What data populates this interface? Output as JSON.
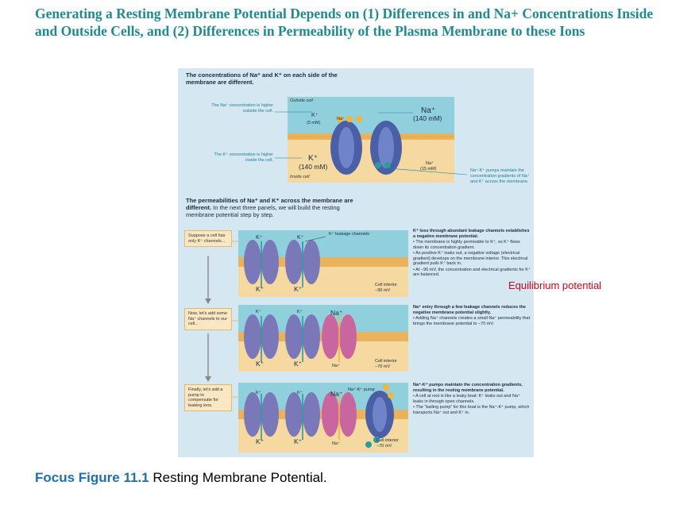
{
  "slide": {
    "title": "Generating a Resting Membrane Potential Depends on (1) Differences in  and Na+ Concentrations Inside and Outside Cells, and (2) Differences in Permeability of the Plasma Membrane to these Ions",
    "equilibrium_label": "Equilibrium potential",
    "caption_figure": "Focus Figure 11.1",
    "caption_text": " Resting Membrane Potential."
  },
  "figure": {
    "section1": {
      "heading": "The concentrations of Na⁺ and K⁺ on each side of the membrane are different.",
      "outside_label": "Outside cell",
      "inside_label": "Inside cell",
      "na_note": "The Na⁺ concentration is higher outside the cell.",
      "k_note": "The K⁺ concentration is higher inside the cell.",
      "k_out": "K⁺",
      "k_out_conc": "(5 mM)",
      "na_out": "Na⁺",
      "na_out_conc": "(140 mM)",
      "k_in": "K⁺",
      "k_in_conc": "(140 mM)",
      "na_in": "Na⁺",
      "na_in_conc": "(15 mM)",
      "pump_note": "Na⁺-K⁺ pumps maintain the concentration gradients of Na⁺ and K⁺ across the membrane.",
      "pump_ion": "Na⁺"
    },
    "section2": {
      "heading_bold": "The permeabilities of Na⁺ and K⁺ across the membrane are different.",
      "heading_rest": " In the next three panels, we will build the resting membrane potential step by step."
    },
    "panels": [
      {
        "step": "Suppose a cell has only K⁺ channels...",
        "channel_label": "K⁺ leakage channels",
        "top_ions": [
          "K⁺",
          "K⁺"
        ],
        "bottom_ions": [
          "K⁺",
          "K⁺"
        ],
        "interior": "Cell interior",
        "voltage": "−90 mV",
        "side_heading": "K⁺ loss through abundant leakage channels establishes a negative membrane potential.",
        "bullets": [
          "The membrane is highly permeable to K⁺, so K⁺ flows down its concentration gradient.",
          "As positive K⁺ leaks out, a negative voltage (electrical gradient) develops on the membrane interior. This electrical gradient pulls K⁺ back in.",
          "At −90 mV, the concentration and electrical gradients for K⁺ are balanced."
        ]
      },
      {
        "step": "Now, let's add some Na⁺ channels to our cell...",
        "top_ions": [
          "K⁺",
          "K⁺",
          "Na⁺"
        ],
        "bottom_ions": [
          "K⁺",
          "K⁺",
          "Na⁺"
        ],
        "interior": "Cell interior",
        "voltage": "−70 mV",
        "side_heading": "Na⁺ entry through a few leakage channels reduces the negative membrane potential slightly.",
        "bullets": [
          "Adding Na⁺ channels creates a small Na⁺ permeability that brings the membrane potential to −70 mV."
        ]
      },
      {
        "step": "Finally, let's add a pump to compensate for leaking ions.",
        "pump_label": "Na⁺-K⁺ pump",
        "top_ions": [
          "K⁺",
          "K⁺",
          "Na⁺"
        ],
        "bottom_ions": [
          "K⁺",
          "K⁺",
          "Na⁺"
        ],
        "interior": "Cell interior",
        "voltage": "−70 mV",
        "side_heading": "Na⁺-K⁺ pumps maintain the concentration gradients, resulting in the resting membrane potential.",
        "bullets": [
          "A cell at rest is like a leaky boat: K⁺ leaks out and Na⁺ leaks in through open channels.",
          "The “bailing pump” for this boat is the Na⁺-K⁺ pump, which transports Na⁺ out and K⁺ in."
        ]
      }
    ]
  },
  "colors": {
    "title": "#1f8a8f",
    "caption_number": "#1f6fae",
    "equilibrium": "#d0021b",
    "outside_fluid": "#8fd0dc",
    "inside_fluid": "#f6d9a0",
    "membrane": "#e9b25c",
    "k_channel": "#7a78b8",
    "na_channel": "#c9659f",
    "pump": "#4a5fa6"
  }
}
